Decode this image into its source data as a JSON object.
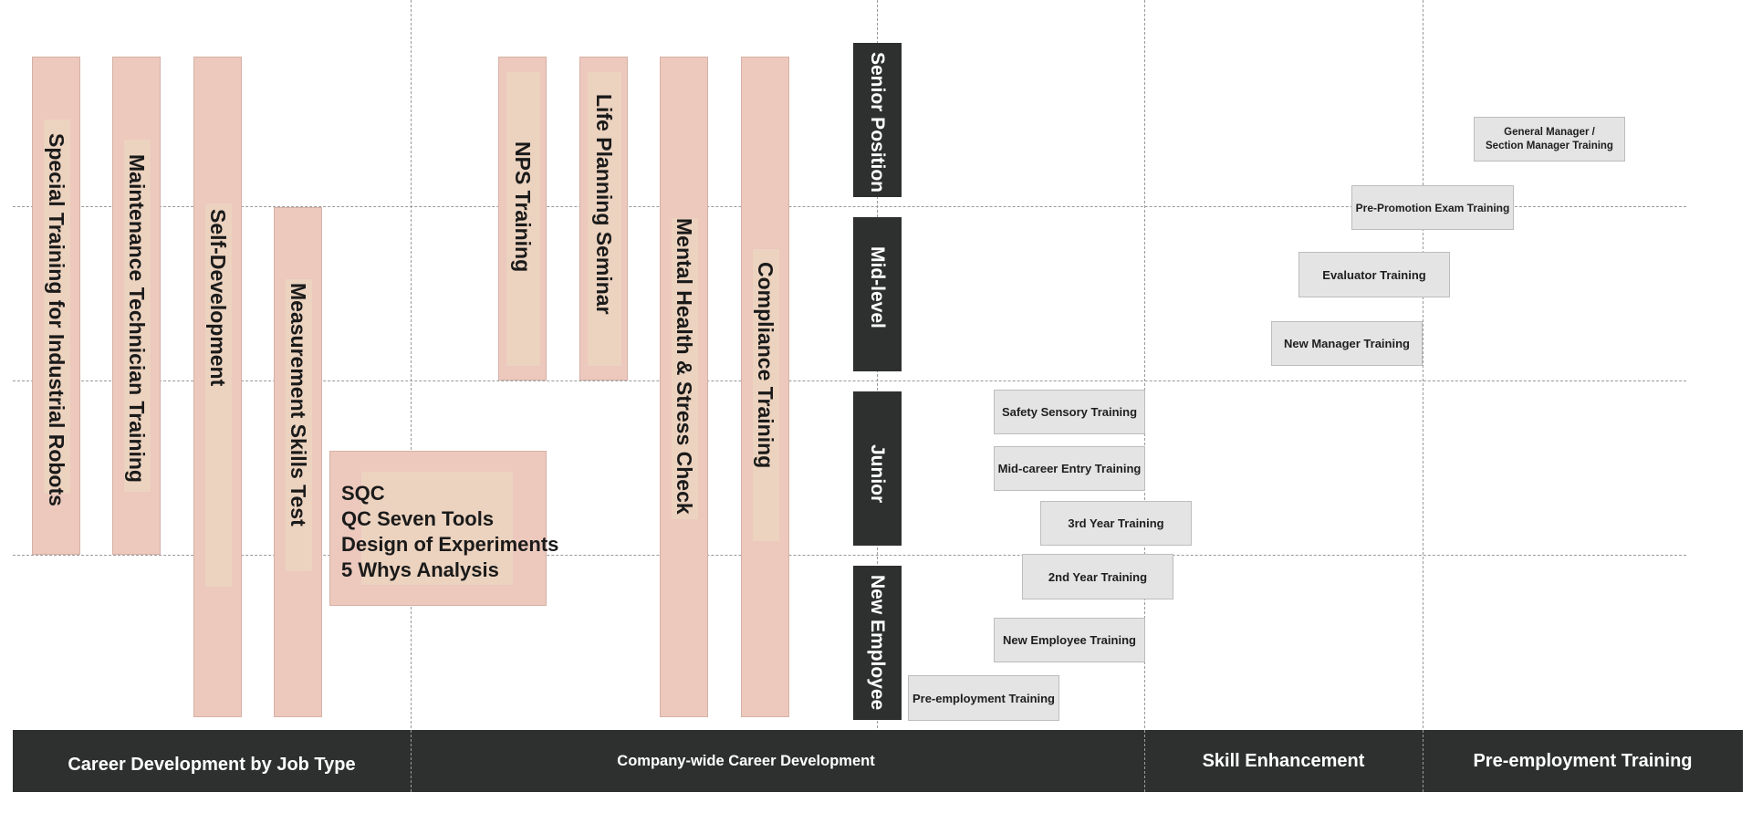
{
  "job_type_programs": [
    "Special Training for Industrial Robots",
    "Maintenance Technician Training",
    "Self-Development",
    "Measurement Skills Test"
  ],
  "qc_topics": [
    "SQC",
    "QC Seven Tools",
    "Design of Experiments",
    "5 Whys Analysis"
  ],
  "company_programs": [
    "NPS Training",
    "Life Planning Seminar",
    "Mental Health & Stress Check",
    "Compliance Training"
  ],
  "levels": [
    "Senior Position",
    "Mid-level",
    "Junior",
    "New Employee"
  ],
  "trainings": {
    "general_manager": "General Manager / Section Manager Training",
    "pre_promotion": "Pre-Promotion Exam Training",
    "evaluator": "Evaluator Training",
    "new_manager": "New Manager Training",
    "safety_sensory": "Safety Sensory Training",
    "mid_career": "Mid-career Entry Training",
    "third_year": "3rd Year Training",
    "second_year": "2nd Year Training",
    "new_employee": "New Employee Training",
    "pre_employment": "Pre-employment Training"
  },
  "categories": {
    "job_type": "Career Development by Job Type",
    "company_wide": "Company-wide Career Development",
    "skill": "Skill Enhancement",
    "pre_employment": "Pre-employment Training"
  },
  "colors": {
    "program_bar": "#ecc8bd",
    "level_box": "#2e2f2f",
    "training_box": "#e4e4e4",
    "footer": "#2e2f2f"
  }
}
